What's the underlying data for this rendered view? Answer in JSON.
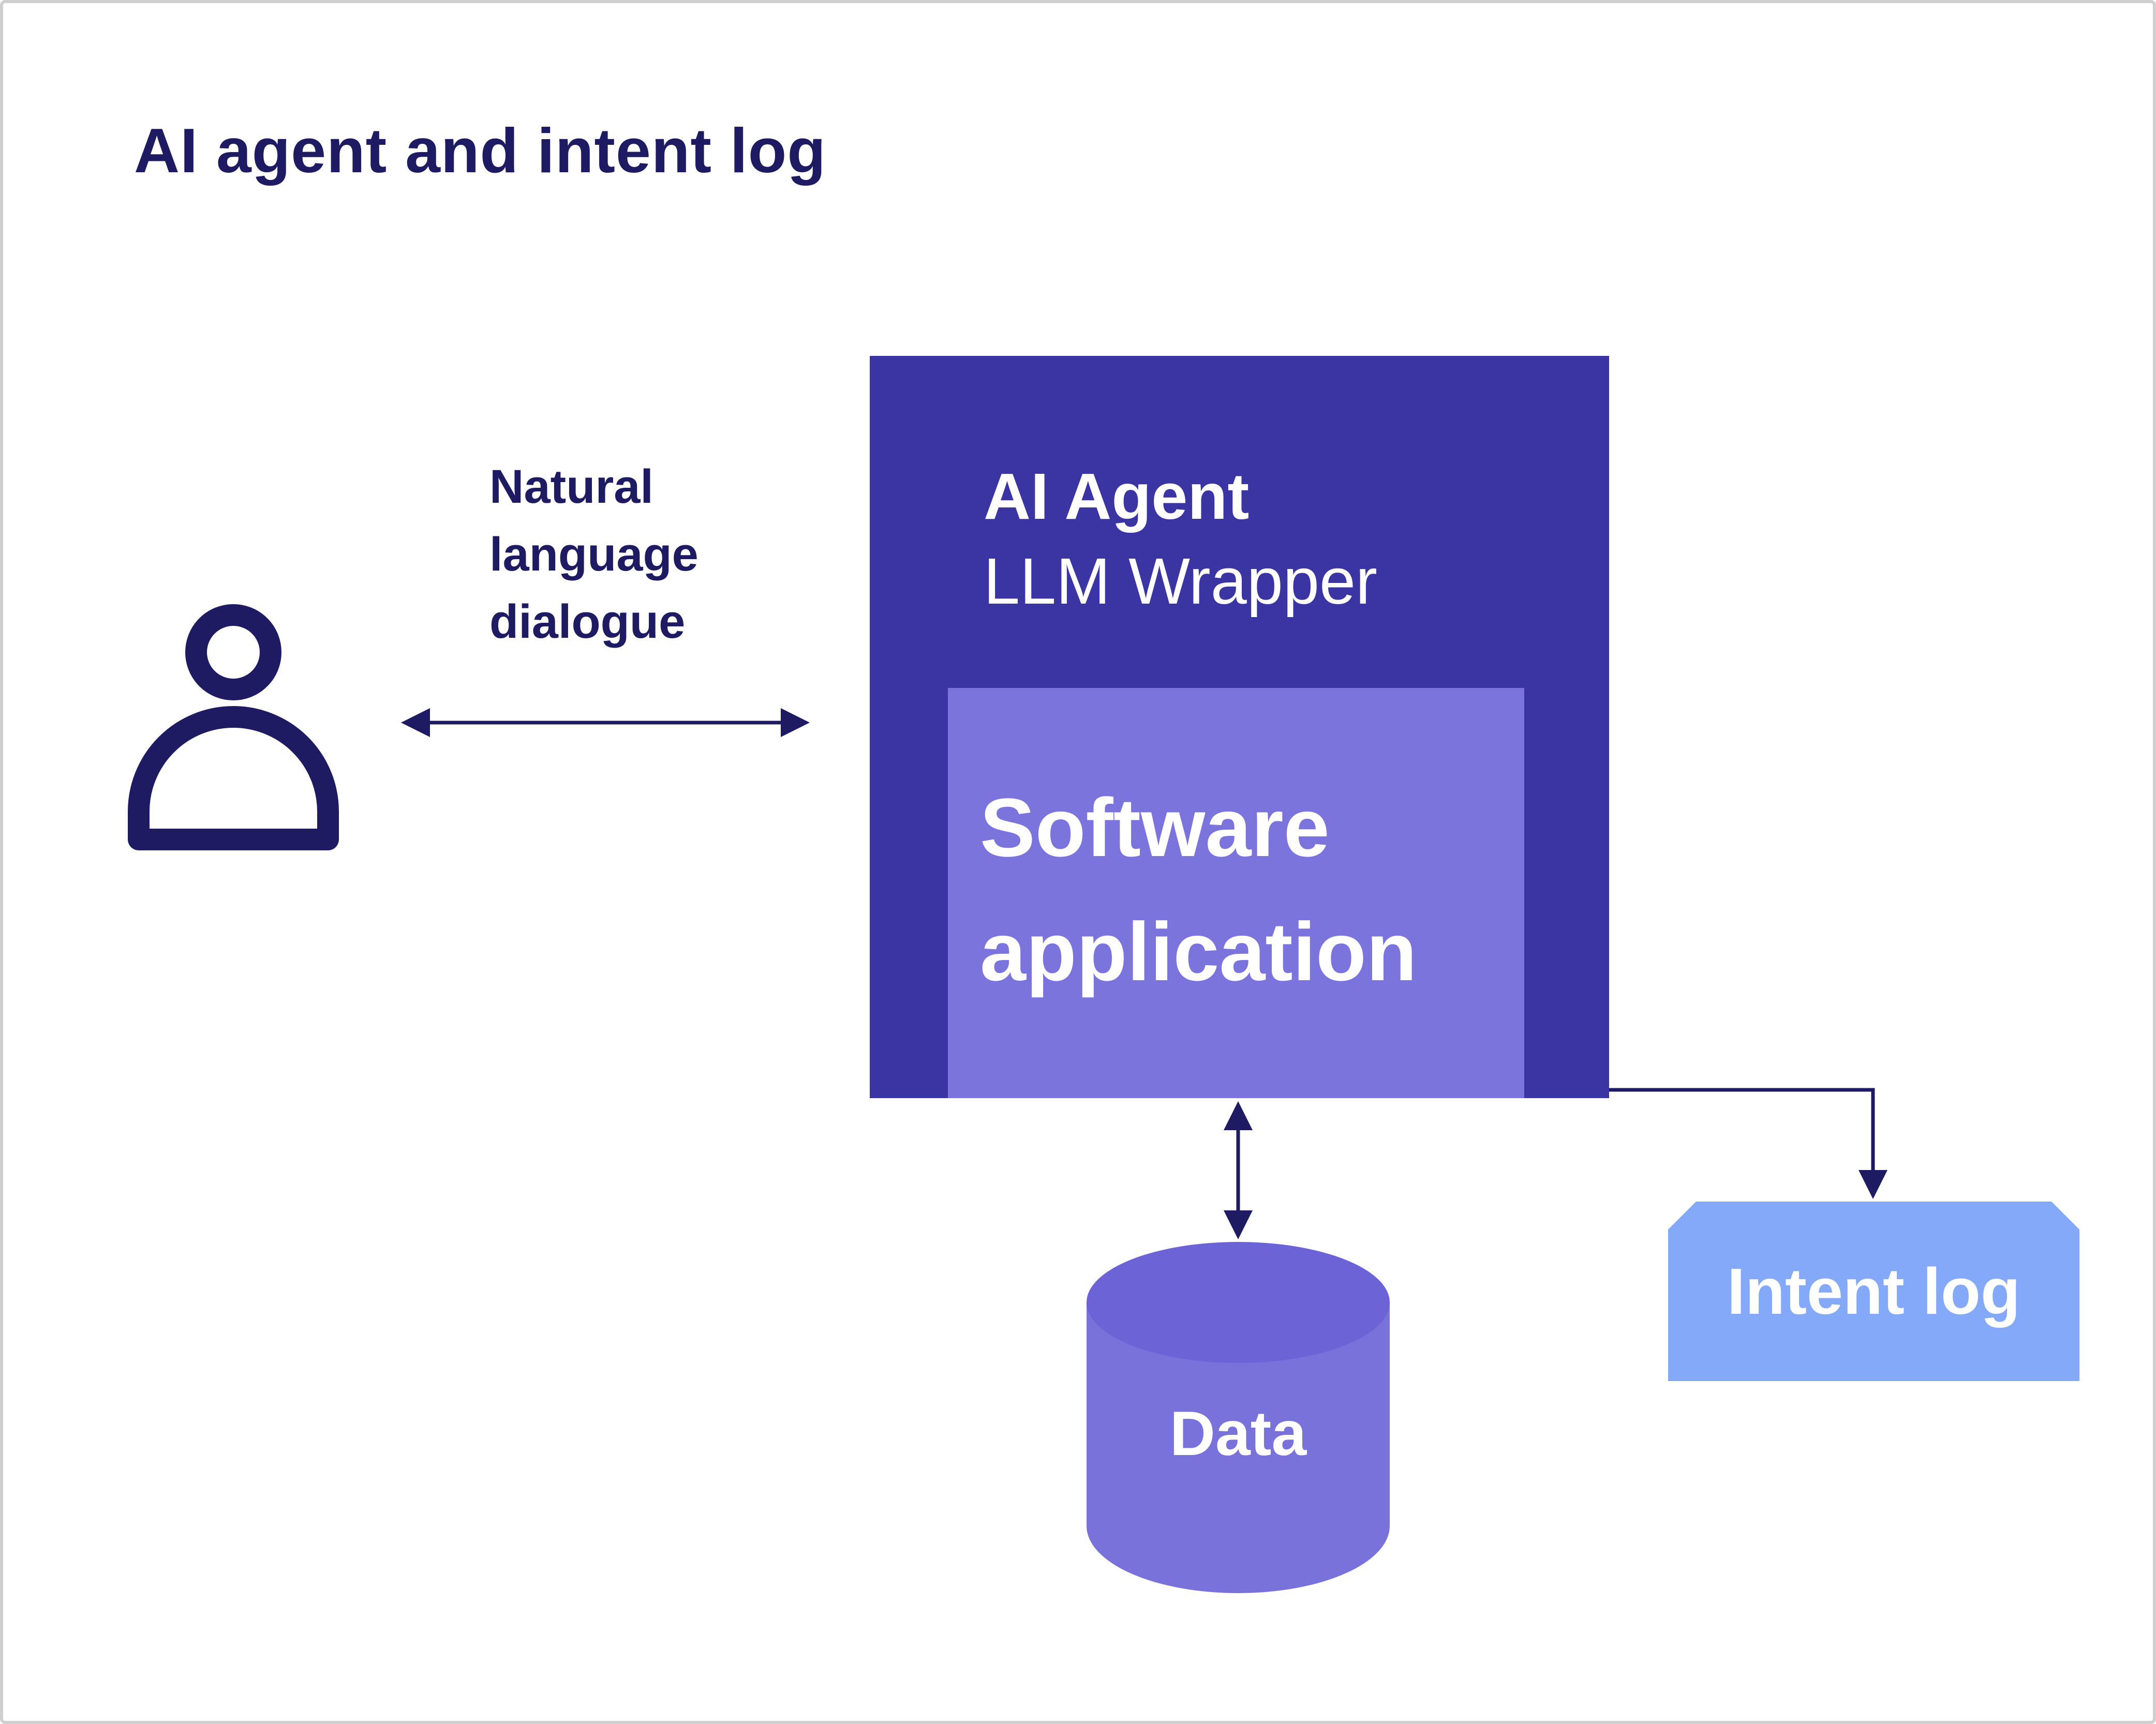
{
  "title": "AI agent and intent log",
  "diagram": {
    "user": {
      "icon": "person-icon"
    },
    "dialogue_label": "Natural language dialogue",
    "agent_box": {
      "title": "AI Agent",
      "subtitle": "LLM Wrapper"
    },
    "software_box": {
      "label": "Software application"
    },
    "data_store": {
      "label": "Data"
    },
    "intent_log": {
      "label": "Intent log"
    }
  },
  "colors": {
    "navy": "#1e1b63",
    "agent_box": "#3b35a3",
    "software_box": "#7b74dd",
    "cylinder_body": "#7a72db",
    "cylinder_top": "#6c63d6",
    "intent_log": "#84a9f8",
    "background": "#ffffff",
    "border": "#cfcfcf"
  }
}
